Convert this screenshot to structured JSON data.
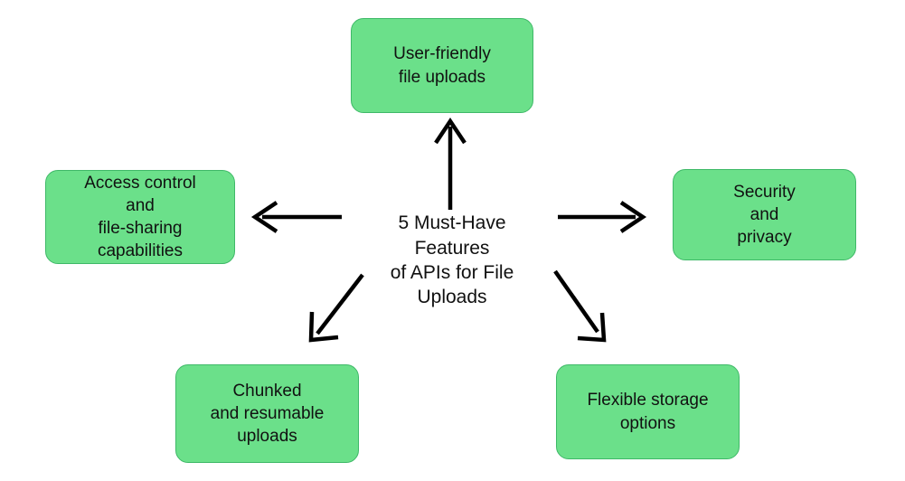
{
  "diagram": {
    "title": "5 Must-Have Features of APIs for File Uploads",
    "type": "hub-and-spoke",
    "colors": {
      "node_fill": "#6be08a",
      "node_border": "#3fb968",
      "text": "#111111",
      "arrow": "#000000",
      "background": "#ffffff"
    },
    "center": {
      "label": "5 Must-Have\nFeatures\nof APIs for File\nUploads",
      "lines": [
        "5 Must-Have",
        "Features",
        "of APIs for File",
        "Uploads"
      ]
    },
    "nodes": [
      {
        "id": "user-friendly-file-uploads",
        "label": "User-friendly\nfile uploads",
        "lines": [
          "User-friendly",
          "file uploads"
        ],
        "position": "top"
      },
      {
        "id": "access-control-and-file-sharing-capabilities",
        "label": "Access control\nand\nfile-sharing\ncapabilities",
        "lines": [
          "Access control",
          "and",
          "file-sharing",
          "capabilities"
        ],
        "position": "left"
      },
      {
        "id": "security-and-privacy",
        "label": "Security\nand\nprivacy",
        "lines": [
          "Security",
          "and",
          "privacy"
        ],
        "position": "right"
      },
      {
        "id": "chunked-and-resumable-uploads",
        "label": "Chunked\nand resumable\nuploads",
        "lines": [
          "Chunked",
          "and resumable",
          "uploads"
        ],
        "position": "bottom-left"
      },
      {
        "id": "flexible-storage-options",
        "label": "Flexible storage\noptions",
        "lines": [
          "Flexible storage",
          "options"
        ],
        "position": "bottom-right"
      }
    ],
    "arrows": [
      {
        "id": "arrow-up",
        "from": "center",
        "to": "user-friendly-file-uploads"
      },
      {
        "id": "arrow-left",
        "from": "center",
        "to": "access-control-and-file-sharing-capabilities"
      },
      {
        "id": "arrow-right",
        "from": "center",
        "to": "security-and-privacy"
      },
      {
        "id": "arrow-down-left",
        "from": "center",
        "to": "chunked-and-resumable-uploads"
      },
      {
        "id": "arrow-down-right",
        "from": "center",
        "to": "flexible-storage-options"
      }
    ]
  }
}
